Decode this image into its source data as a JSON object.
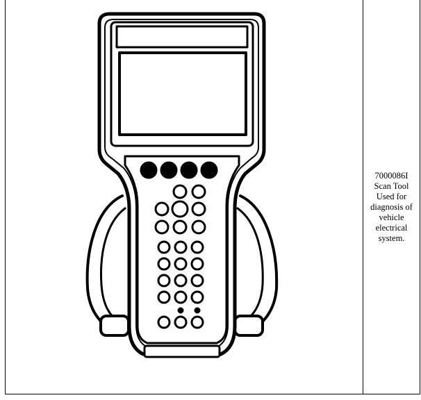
{
  "caption": {
    "lines": [
      "7000086I",
      "Scan Tool",
      "Used for",
      "diagnosis of",
      "vehicle",
      "electrical",
      "system."
    ]
  },
  "figure": {
    "icon": "scan-tool-icon",
    "stroke_color": "#000000",
    "fill_color": "#ffffff"
  }
}
